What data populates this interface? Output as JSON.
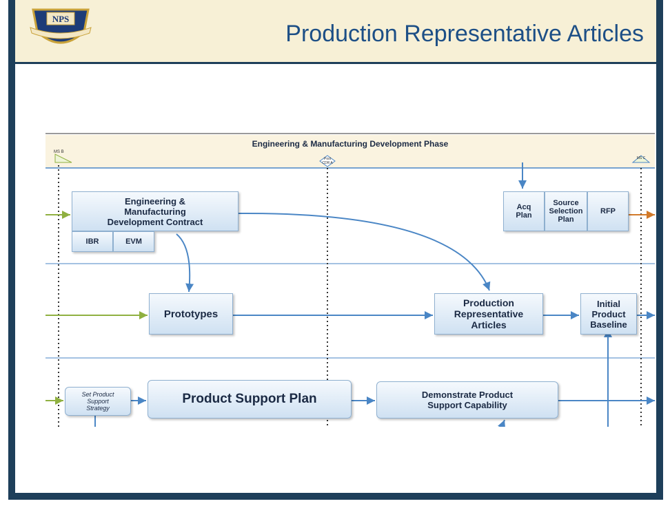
{
  "header": {
    "title": "Production Representative Articles",
    "logo_text": "NPS",
    "logo_motto": "PRAESTANTIA PER SCIENTIAM"
  },
  "diagram": {
    "phase_title": "Engineering & Manufacturing Development Phase",
    "milestone_b": "MS B",
    "milestone_c": "MS C",
    "post_cdr": "Post CDR A",
    "emd_contract": "Engineering & Manufacturing Development Contract",
    "ibr": "IBR",
    "evm": "EVM",
    "acq_plan": "Acq Plan",
    "source_selection_plan": "Source Selection Plan",
    "rfp": "RFP",
    "prototypes": "Prototypes",
    "production_rep_articles": "Production Representative Articles",
    "initial_product_baseline": "Initial Product Baseline",
    "set_product_support_strategy": "Set Product Support Strategy",
    "product_support_plan": "Product Support Plan",
    "demonstrate_product_support": "Demonstrate Product Support Capability"
  }
}
